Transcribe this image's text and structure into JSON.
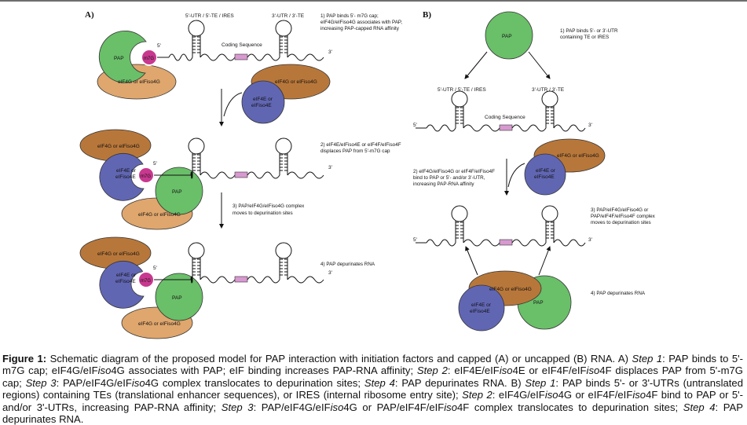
{
  "figure": {
    "panels": {
      "a": {
        "label": "A)",
        "utr5_label": "5'-UTR / 5'-TE / IRES",
        "utr3_label": "3'-UTR / 3'-TE",
        "coding_label": "Coding Sequence",
        "five_prime": "5'",
        "three_prime": "3'",
        "cap": "m7G",
        "pap": "PAP",
        "eif4g": "eIF4G or eIFiso4G",
        "eif4e_line1": "eIF4E or",
        "eif4e_line2": "eIFiso4E",
        "steps": [
          {
            "lines": [
              "1) PAP binds 5'- m7G cap;",
              "eIF4G/eIFiso4G associates with PAP,",
              "increasing PAP-capped RNA affinity"
            ]
          },
          {
            "lines": [
              "2) eIF4E/eIFiso4E or eIF4F/eIFiso4F",
              "displaces PAP from 5'-m7G cap"
            ]
          },
          {
            "lines": [
              "3) PAP/eIF4G/eIFiso4G complex",
              "moves to depurination sites"
            ]
          },
          {
            "lines": [
              "4) PAP depurinates RNA"
            ]
          }
        ]
      },
      "b": {
        "label": "B)",
        "utr5_label": "5'-UTR / 5'-TE / IRES",
        "utr3_label": "3'-UTR / 3'-TE",
        "coding_label": "Coding Sequence",
        "five_prime": "5'",
        "three_prime": "3'",
        "pap": "PAP",
        "eif4g": "eIF4G or eIFiso4G",
        "eif4e_line1": "eIF4E or",
        "eif4e_line2": "eIFiso4E",
        "steps": [
          {
            "lines": [
              "1)  PAP binds 5'- or 3'-UTR",
              "containing TE or IRES"
            ]
          },
          {
            "lines": [
              "2) eIF4G/eIFiso4G or eIF4F/eIFiso4F",
              "bind to PAP or 5'- and/or 3'-UTR,",
              "increasing PAP-RNA affinity"
            ]
          },
          {
            "lines": [
              "3) PAP/eIF4G/eIFiso4G or",
              "PAP/eIF4F/eIFiso4F complex",
              "moves to depurination sites"
            ]
          },
          {
            "lines": [
              "4) PAP depurinates RNA"
            ]
          }
        ]
      }
    },
    "colors": {
      "pap": "#6abf69",
      "eif4g_light": "#dfa66d",
      "eif4g_dark": "#b8773a",
      "eif4e": "#6166b3",
      "cap": "#c8388f",
      "coding": "#d79ad0"
    },
    "caption": {
      "figure_label": "Figure 1:",
      "segments": [
        {
          "t": " Schematic diagram of the proposed model for PAP interaction with initiation factors and capped (A) or uncapped (B) RNA. A) "
        },
        {
          "t": "Step 1",
          "i": true
        },
        {
          "t": ": PAP binds to 5'-m7G cap; eIF4G/eIF"
        },
        {
          "t": "iso",
          "i": true
        },
        {
          "t": "4G associates with PAP; eIF binding increases PAP-RNA affinity; "
        },
        {
          "t": "Step 2",
          "i": true
        },
        {
          "t": ": eIF4E/eIF"
        },
        {
          "t": "iso",
          "i": true
        },
        {
          "t": "4E or eIF4F/eIF"
        },
        {
          "t": "iso",
          "i": true
        },
        {
          "t": "4F displaces PAP from 5'-m7G cap; "
        },
        {
          "t": "Step 3",
          "i": true
        },
        {
          "t": ": PAP/eIF4G/eIF"
        },
        {
          "t": "iso",
          "i": true
        },
        {
          "t": "4G complex translocates to depurination sites; "
        },
        {
          "t": "Step 4",
          "i": true
        },
        {
          "t": ": PAP depurinates RNA. B) "
        },
        {
          "t": "Step 1",
          "i": true
        },
        {
          "t": ": PAP binds 5'- or 3'-UTRs (untranslated regions) containing TEs (translational enhancer sequences), or IRES (internal ribosome entry site); "
        },
        {
          "t": "Step 2",
          "i": true
        },
        {
          "t": ": eIF4G/eIF"
        },
        {
          "t": "iso",
          "i": true
        },
        {
          "t": "4G or eIF4F/eIF"
        },
        {
          "t": "iso",
          "i": true
        },
        {
          "t": "4F bind to PAP or 5'- and/or 3'-UTRs, increasing PAP-RNA affinity; "
        },
        {
          "t": "Step 3",
          "i": true
        },
        {
          "t": ": PAP/eIF4G/eIF"
        },
        {
          "t": "iso",
          "i": true
        },
        {
          "t": "4G or PAP/eIF4F/eIF"
        },
        {
          "t": "iso",
          "i": true
        },
        {
          "t": "4F complex translocates to depurination sites; "
        },
        {
          "t": "Step 4",
          "i": true
        },
        {
          "t": ": PAP depurinates RNA."
        }
      ]
    }
  }
}
